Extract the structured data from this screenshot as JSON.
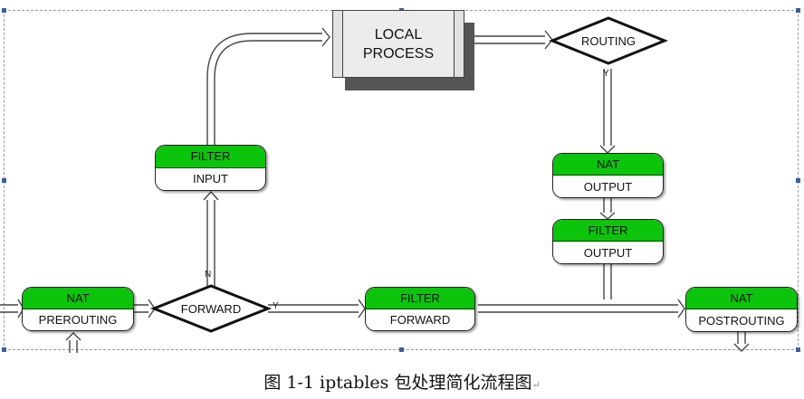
{
  "nodes": {
    "nat_prerouting": {
      "top": "NAT",
      "bottom": "PREROUTING"
    },
    "filter_input": {
      "top": "FILTER",
      "bottom": "INPUT"
    },
    "filter_forward": {
      "top": "FILTER",
      "bottom": "FORWARD"
    },
    "nat_output": {
      "top": "NAT",
      "bottom": "OUTPUT"
    },
    "filter_output": {
      "top": "FILTER",
      "bottom": "OUTPUT"
    },
    "nat_postrouting": {
      "top": "NAT",
      "bottom": "POSTROUTING"
    }
  },
  "local_process": {
    "line1": "LOCAL",
    "line2": "PROCESS"
  },
  "decisions": {
    "forward": "FORWARD",
    "routing": "ROUTING"
  },
  "edge_labels": {
    "forward_yes": "Y",
    "forward_no": "N",
    "routing_yes": "Y"
  },
  "caption": {
    "text": "图 1-1 iptables 包处理简化流程图",
    "mark": "↵"
  },
  "colors": {
    "chain_header": "#0bc40b",
    "local_process_fill": "#ececec",
    "shadow": "#555555"
  }
}
